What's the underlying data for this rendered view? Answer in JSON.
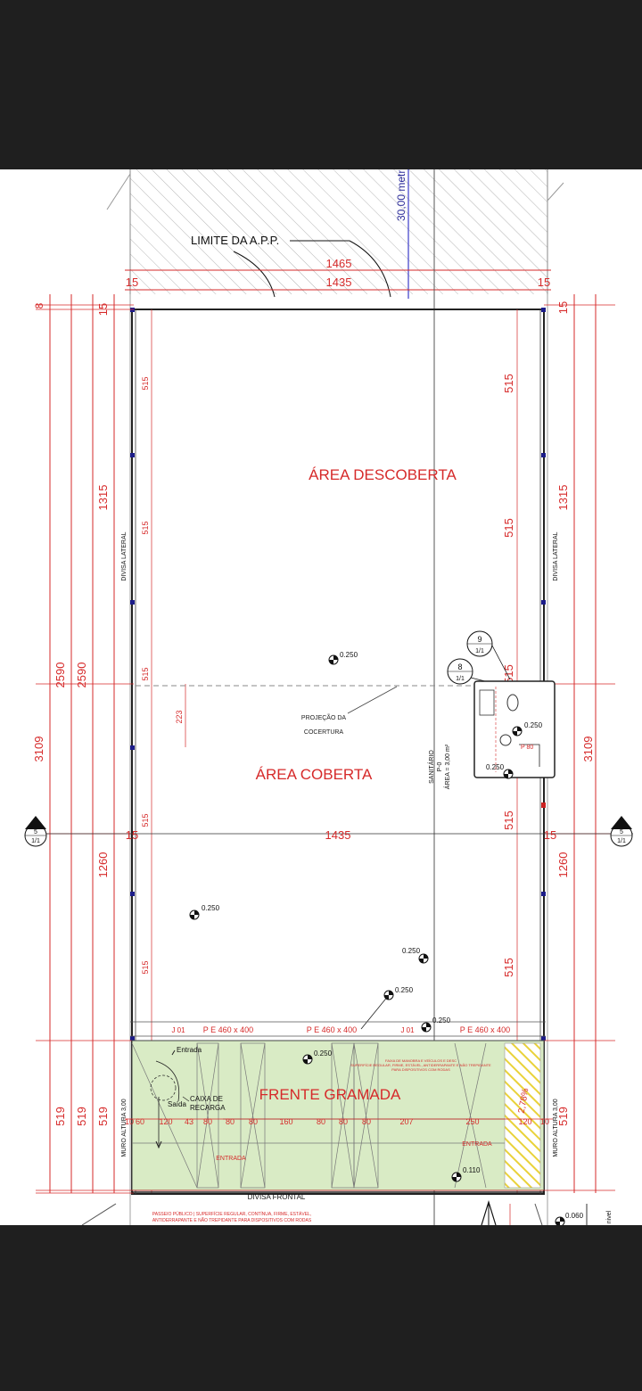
{
  "plan": {
    "app_limit_label": "LIMITE DA A.P.P.",
    "dim_30m": "30,00 metr",
    "top_dims": {
      "overall": "1465",
      "inner": "1435",
      "left_15": "15",
      "right_15": "15"
    },
    "mid_dims": {
      "inner": "1435",
      "left_15": "15",
      "right_15": "15"
    },
    "left_dims": {
      "d8": "8",
      "d15": "15",
      "d1315": "1315",
      "d2590a": "2590",
      "d2590b": "2590",
      "d3109": "3109",
      "d1260": "1260",
      "d519a": "519",
      "d519b": "519",
      "d519c": "519"
    },
    "right_dims": {
      "d15": "15",
      "d1315": "1315",
      "d3109": "3109",
      "d1260": "1260",
      "d519": "519"
    },
    "inner_left_dims": {
      "a": "515",
      "b": "515",
      "c": "515",
      "d": "515",
      "e": "515",
      "f": "223"
    },
    "inner_right_dims": {
      "a": "515",
      "b": "515",
      "c": "515",
      "d": "515",
      "e": "515"
    },
    "wall_labels": {
      "left_lateral": "DIVISA LATERAL",
      "right_lateral": "DIVISA LATERAL",
      "left_wall": "MURO ALTURA 3,00",
      "right_wall": "MURO ALTURA 3,00",
      "front": "DIVISA FRONTAL"
    },
    "areas": {
      "uncovered": "ÁREA DESCOBERTA",
      "covered": "ÁREA COBERTA",
      "lawn": "FRENTE GRAMADA"
    },
    "projection_label": [
      "PROJEÇÃO DA",
      "COCERTURA"
    ],
    "sanitary": {
      "name": "SANITÁRIO",
      "floor": "P-0",
      "area": "ÁREA = 3,00 m²",
      "door": "P 80"
    },
    "levels": {
      "l1": "0.250",
      "l2": "0.250",
      "l3": "0.250",
      "l4": "0.250",
      "l5": "0.250",
      "l6": "0.250",
      "l7": "0.250",
      "l8": "0.250",
      "l9": "0.110",
      "l10": "0.060"
    },
    "section_markers": {
      "s9_num": "9",
      "s9_sheet": "1/1",
      "s8_num": "8",
      "s8_sheet": "1/1",
      "s5l_num": "5",
      "s5l_sheet": "1/1",
      "s5r_num": "5",
      "s5r_sheet": "1/1"
    },
    "openings": {
      "j01a": "J 01",
      "pe1": "P E 460 x 400",
      "pe2": "P E 460 x 400",
      "j01b": "J 01",
      "pe3": "P E 460 x 400"
    },
    "front_dims": [
      "10",
      "60",
      "120",
      "43",
      "80",
      "80",
      "80",
      "160",
      "80",
      "80",
      "80",
      "207",
      "250",
      "120",
      "10"
    ],
    "charge": {
      "entrada": "Entrada",
      "saida": "Saída",
      "caixa1": "CAIXA DE",
      "caixa2": "RECARGA"
    },
    "entrada_labels": {
      "left": "ENTRADA",
      "right": "ENTRADA"
    },
    "slope": "2,78%",
    "sidewalk_note": [
      "PASSEIO PÚBLICO | SUPERFÍCIE REGULAR, CONTÍNUA, FIRME, ESTÁVEL,",
      "ANTIDERRAPANTE E NÃO TREPIDANTE PARA DISPOSITIVOS COM RODAS"
    ],
    "lawn_note": [
      "FAIXA DE MANOBRA E VEÍCULOS E DESC",
      "SUPERFÍCIE REGULAR, FIRME, ESTÁVEL, ANTIDERRAPANTE E NÃO TREPIDANTE",
      "PARA DISPOSITIVOS COM RODAS"
    ],
    "corner_text": "nivel"
  }
}
